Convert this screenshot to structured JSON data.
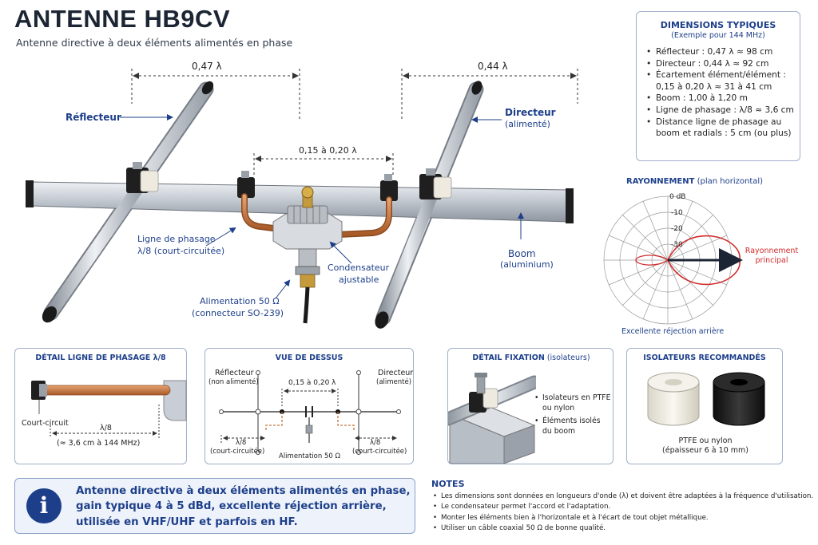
{
  "header": {
    "title": "ANTENNE HB9CV",
    "subtitle": "Antenne directive à deux éléments alimentés en phase"
  },
  "main_diagram": {
    "reflector_length": "0,47 λ",
    "director_length": "0,44 λ",
    "spacing": "0,15 à 0,20 λ",
    "reflector_label": "Réflecteur",
    "director_label": "Directeur",
    "director_sub": "(alimenté)",
    "phasing_label": "Ligne de phasage",
    "phasing_sub": "λ/8 (court-circuitée)",
    "boom_label": "Boom",
    "boom_sub": "(aluminium)",
    "capacitor_label": "Condensateur",
    "capacitor_sub": "ajustable",
    "feed_label": "Alimentation 50 Ω",
    "feed_sub": "(connecteur SO-239)"
  },
  "dimensions_panel": {
    "title": "DIMENSIONS TYPIQUES",
    "subtitle": "(Exemple pour 144 MHz)",
    "items": [
      "Réflecteur : 0,47 λ ≈ 98 cm",
      "Directeur : 0,44 λ ≈ 92 cm",
      "Écartement élément/élément : 0,15 à 0,20 λ ≈ 31 à 41 cm",
      "Boom : 1,00 à 1,20 m",
      "Ligne de phasage :  λ/8 ≈ 3,6 cm",
      "Distance ligne de phasage au boom et radials : 5 cm (ou plus)"
    ]
  },
  "radiation": {
    "title": "RAYONNEMENT",
    "title_sub": "(plan horizontal)",
    "ticks": [
      "0 dB",
      "-10",
      "-20",
      "-30"
    ],
    "main_label": "Rayonnement principal",
    "rear_label": "Excellente réjection arrière",
    "colors": {
      "pattern": "#d22b2b",
      "arrow": "#1c2533"
    }
  },
  "detail_phasing": {
    "title": "DÉTAIL LIGNE DE PHASAGE λ/8",
    "short_label": "Court-circuit",
    "length_label": "λ/8",
    "length_value": "(≈ 3,6 cm à 144 MHz)"
  },
  "top_view": {
    "title": "VUE DE DESSUS",
    "reflector": "Réflecteur",
    "reflector_sub": "(non alimenté)",
    "director": "Directeur",
    "director_sub": "(alimenté)",
    "spacing": "0,15 à 0,20 λ",
    "left_phase": "λ/8",
    "left_phase_sub": "(court-circuitée)",
    "right_phase": "λ/8",
    "right_phase_sub": "(court-circuitée)",
    "feed": "Alimentation 50 Ω"
  },
  "detail_mount": {
    "title": "DÉTAIL FIXATION",
    "title_sub": "(isolateurs)",
    "bullets": [
      "Isolateurs en PTFE ou nylon",
      "Éléments isolés du boom"
    ]
  },
  "insulators": {
    "title": "ISOLATEURS RECOMMANDÉS",
    "caption": "PTFE ou nylon",
    "caption_sub": "(épaisseur 6 à 10 mm)"
  },
  "info": {
    "icon": "info-icon",
    "lines": [
      "Antenne directive à deux éléments alimentés en phase,",
      "gain typique 4 à 5 dBd, excellente réjection arrière,",
      "utilisée en VHF/UHF et parfois en HF."
    ]
  },
  "notes": {
    "title": "NOTES",
    "items": [
      "Les dimensions sont données en longueurs d'onde (λ) et doivent être adaptées à la fréquence d'utilisation.",
      "Le condensateur permet l'accord et l'adaptation.",
      "Monter les éléments bien à l'horizontale et à l'écart de tout objet métallique.",
      "Utiliser un câble coaxial 50 Ω de bonne qualité."
    ]
  },
  "colors": {
    "accent": "#1d3f8a",
    "copper": "#c4733a",
    "aluminium": "#c9ced6"
  }
}
